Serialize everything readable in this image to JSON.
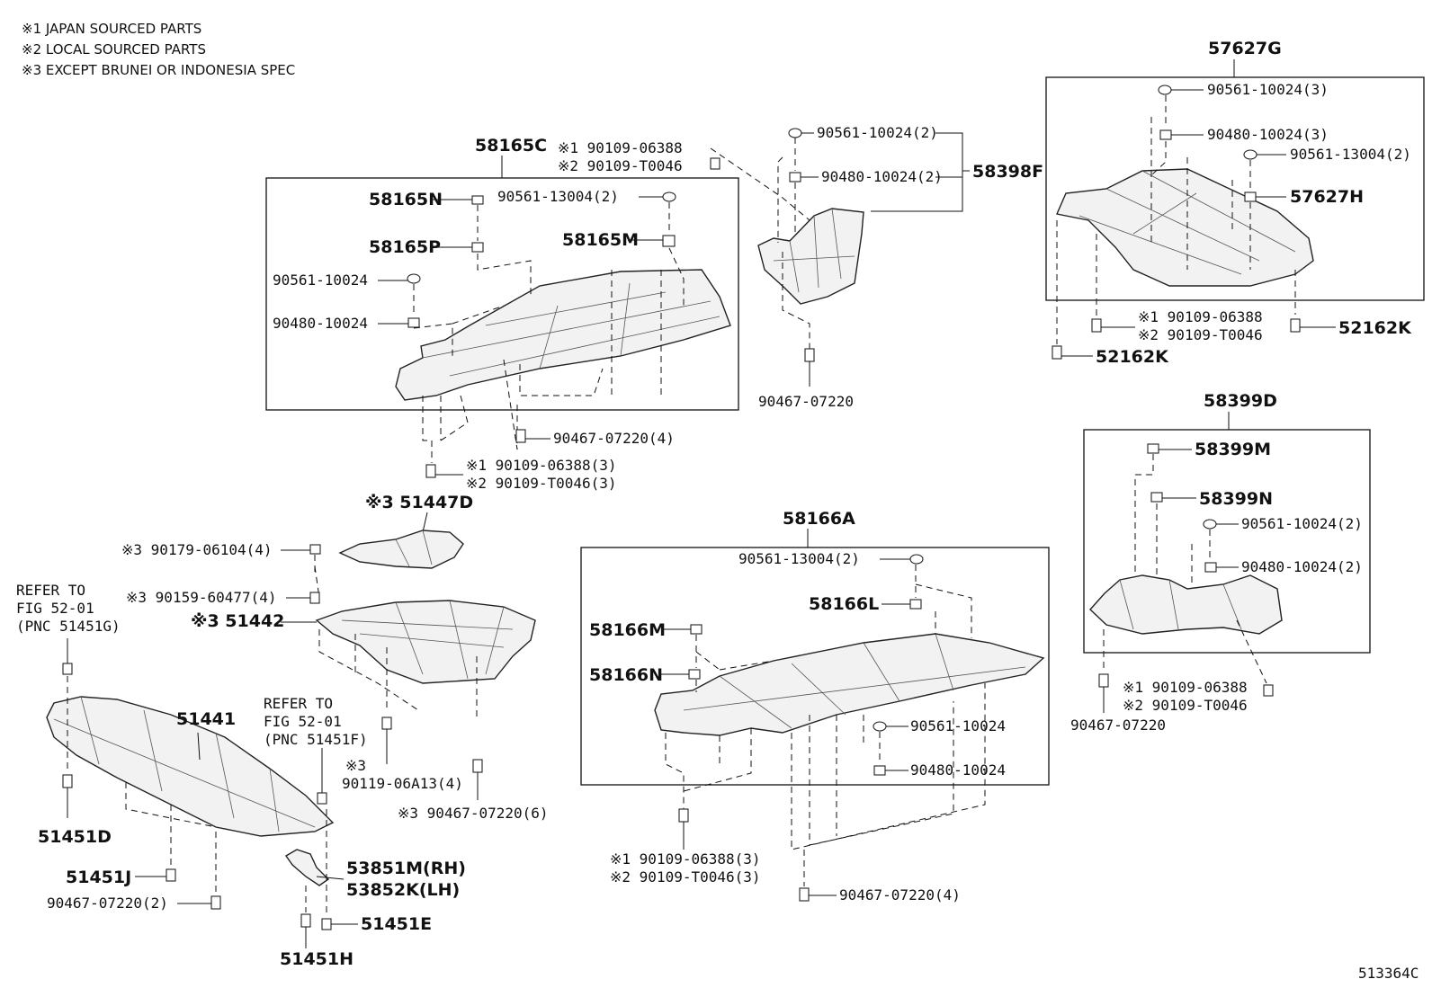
{
  "notes": [
    "※1 JAPAN SOURCED PARTS",
    "※2 LOCAL SOURCED PARTS",
    "※3 EXCEPT BRUNEI OR INDONESIA SPEC"
  ],
  "figure_id": "513364C",
  "labels": {
    "a58165C": "58165C",
    "a58165N": "58165N",
    "a58165P": "58165P",
    "a58165M": "58165M",
    "a90561_13004_2_a": "90561-13004(2)",
    "a90561_10024_a": "90561-10024",
    "a90480_10024_a": "90480-10024",
    "a90467_07220_4_a": "90467-07220(4)",
    "a90109_06388_3_a": "※1 90109-06388(3)",
    "a90109_T0046_3_a": "※2 90109-T0046(3)",
    "a90109_06388_top": "※1 90109-06388",
    "a90109_T0046_top": "※2 90109-T0046",
    "a90561_10024_2_f": "90561-10024(2)",
    "a90480_10024_2_f": "90480-10024(2)",
    "a58398F": "58398F",
    "a90467_07220_f": "90467-07220",
    "a57627G": "57627G",
    "a90561_10024_3": "90561-10024(3)",
    "a90480_10024_3": "90480-10024(3)",
    "a90561_13004_2_g": "90561-13004(2)",
    "a57627H": "57627H",
    "a90109_06388_g": "※1 90109-06388",
    "a90109_T0046_g": "※2 90109-T0046",
    "a52162K_r": "52162K",
    "a52162K_l": "52162K",
    "a58399D": "58399D",
    "a58399M": "58399M",
    "a58399N": "58399N",
    "a90561_10024_2_d": "90561-10024(2)",
    "a90480_10024_2_d": "90480-10024(2)",
    "a90109_06388_d": "※1 90109-06388",
    "a90109_T0046_d": "※2 90109-T0046",
    "a90467_07220_d": "90467-07220",
    "a51447D": "※3 51447D",
    "a90179_06104_4": "※3 90179-06104(4)",
    "a90159_60477_4": "※3 90159-60477(4)",
    "a51442": "※3 51442",
    "refer1_l1": "REFER TO",
    "refer1_l2": "FIG 52-01",
    "refer1_l3": "(PNC 51451G)",
    "a51441": "51441",
    "refer2_l1": "REFER TO",
    "refer2_l2": "FIG 52-01",
    "refer2_l3": "(PNC 51451F)",
    "a90119_note": "※3",
    "a90119_06A13_4": "90119-06A13(4)",
    "a90467_07220_6": "※3 90467-07220(6)",
    "a51451D": "51451D",
    "a51451J": "51451J",
    "a90467_07220_2": "90467-07220(2)",
    "a53851M": "53851M(RH)",
    "a53852K": "53852K(LH)",
    "a51451E": "51451E",
    "a51451H": "51451H",
    "a58166A": "58166A",
    "a90561_13004_2_h": "90561-13004(2)",
    "a58166L": "58166L",
    "a58166M": "58166M",
    "a58166N": "58166N",
    "a90561_10024_h": "90561-10024",
    "a90480_10024_h": "90480-10024",
    "a90109_06388_3_h": "※1 90109-06388(3)",
    "a90109_T0046_3_h": "※2 90109-T0046(3)",
    "a90467_07220_4_h": "90467-07220(4)"
  }
}
